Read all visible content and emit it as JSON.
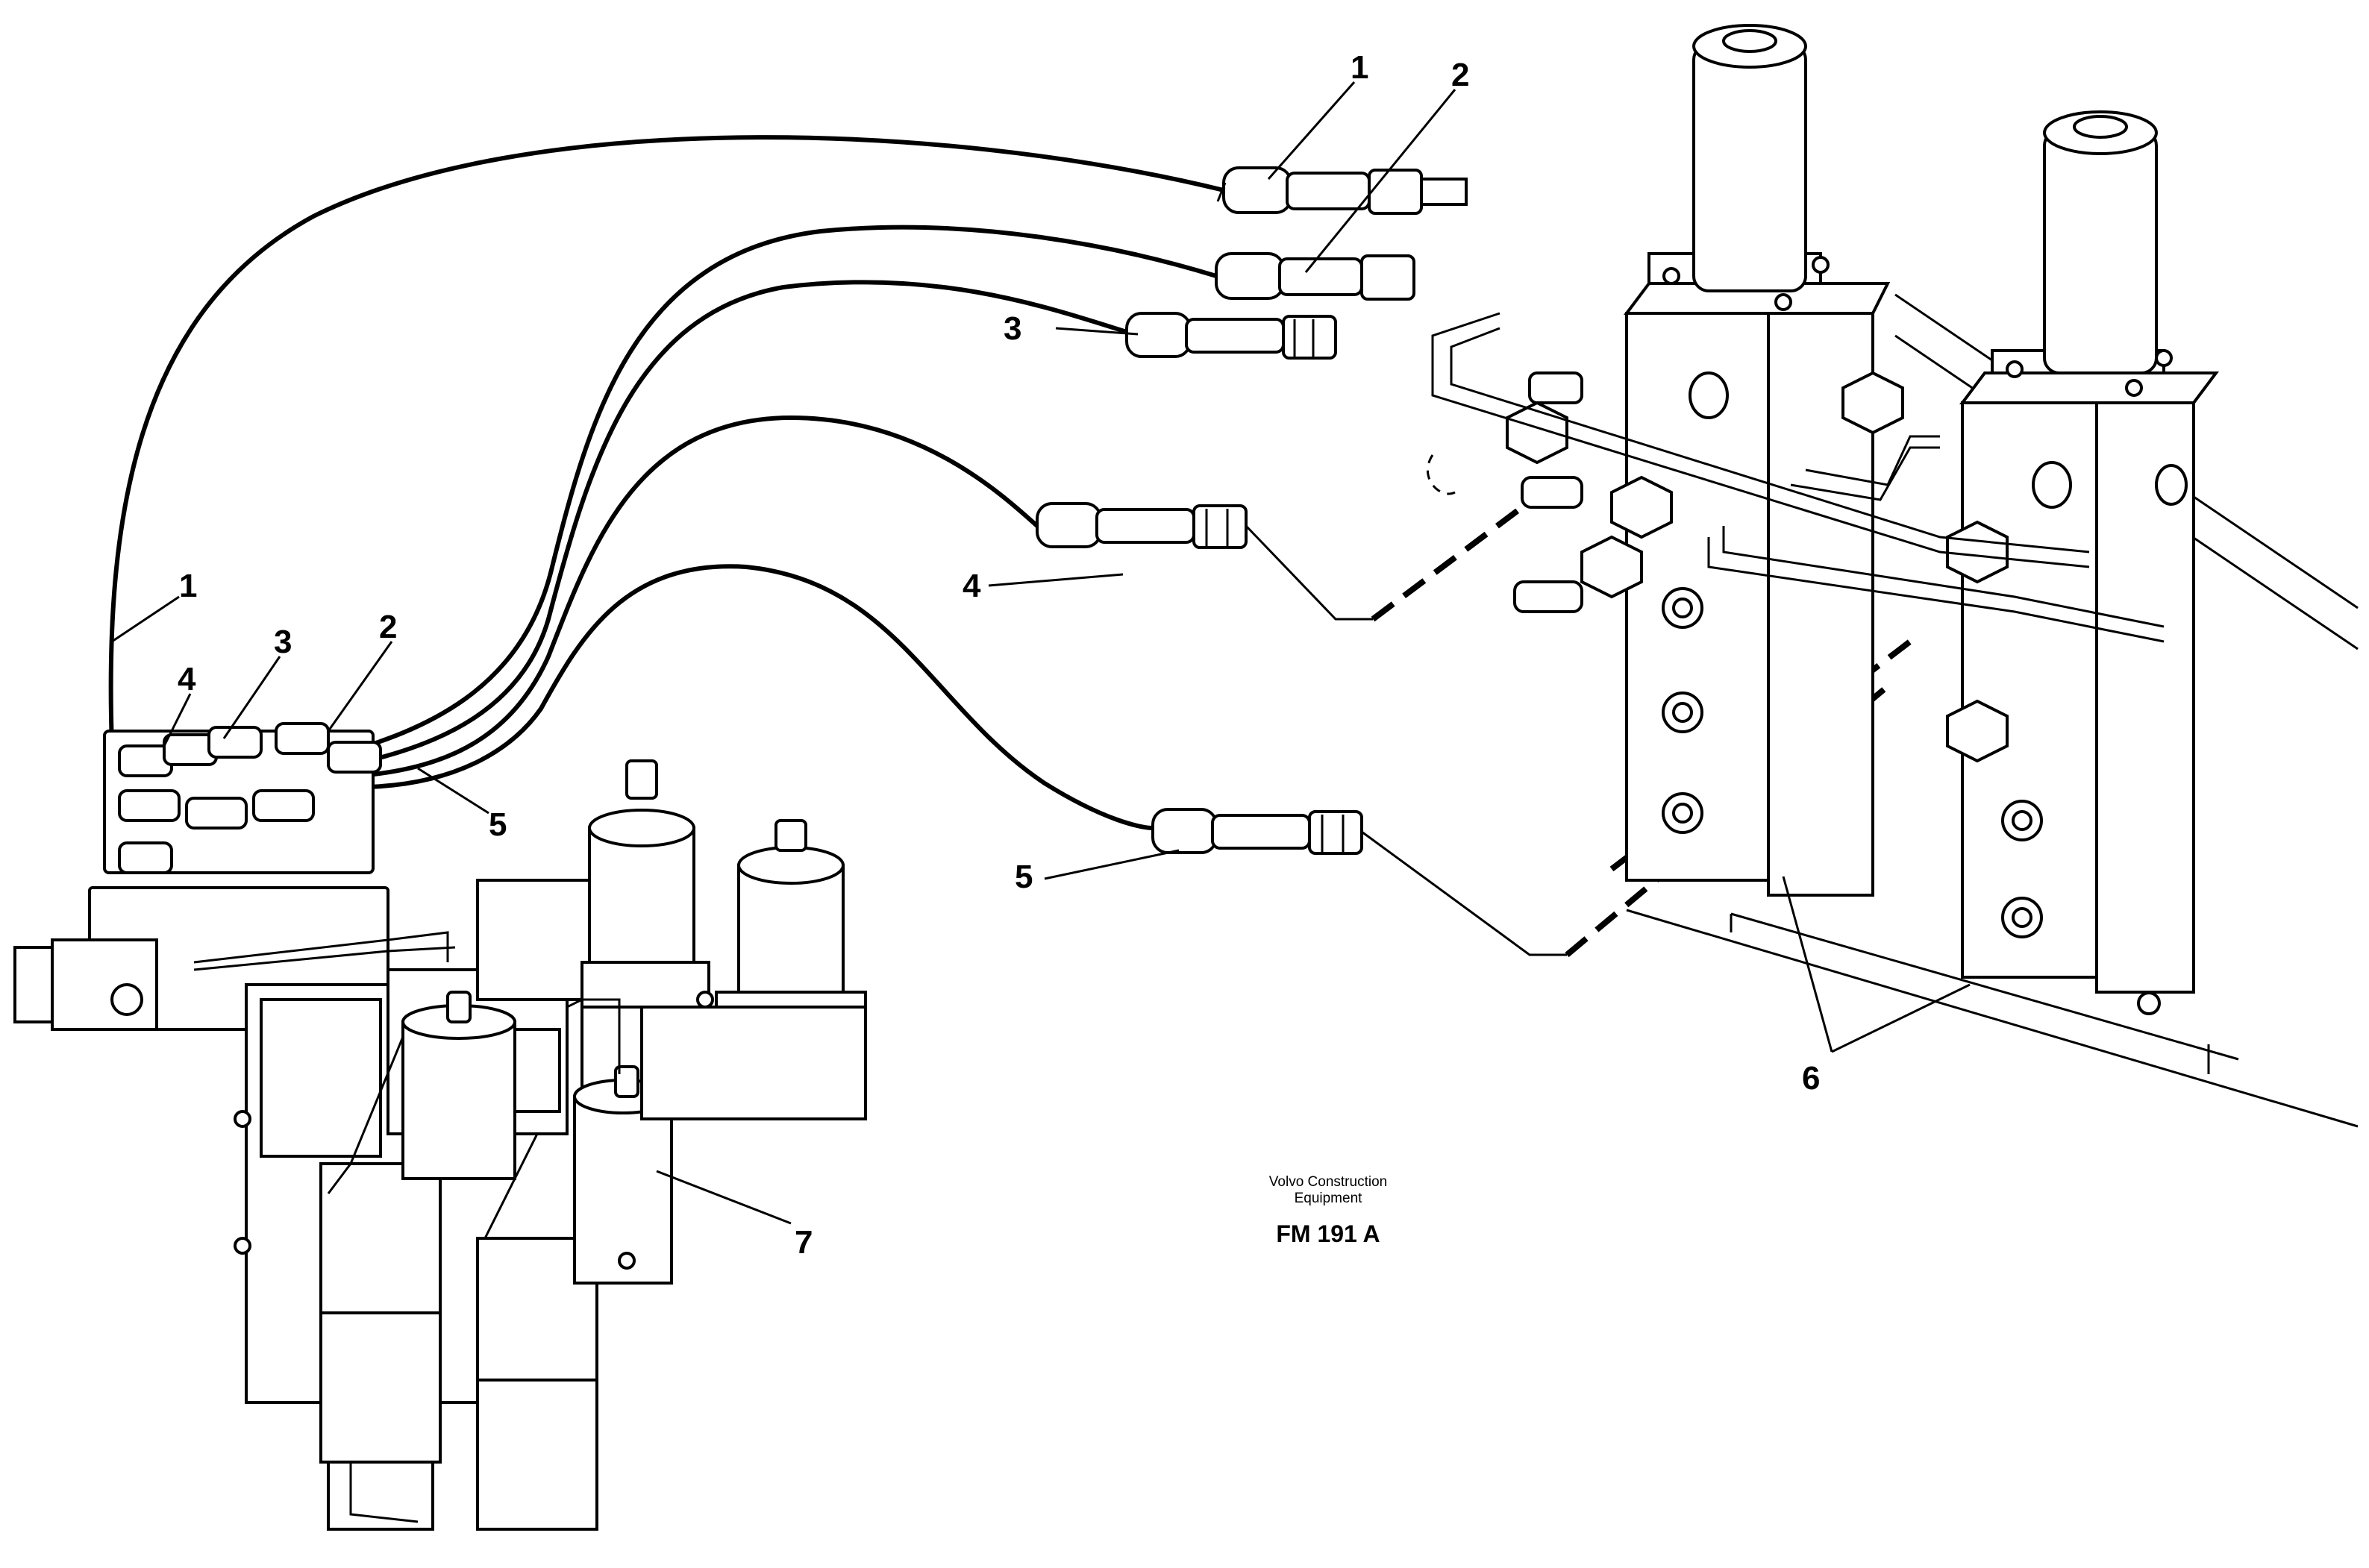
{
  "callouts": {
    "c1a": "1",
    "c2a": "2",
    "c3a": "3",
    "c4a": "4",
    "c5a": "5",
    "c1b": "1",
    "c2b": "2",
    "c3b": "3",
    "c4b": "4",
    "c5b": "5",
    "c6": "6",
    "c7": "7"
  },
  "caption": {
    "line1": "Volvo Construction",
    "line2": "Equipment",
    "code": "FM 191 A"
  }
}
